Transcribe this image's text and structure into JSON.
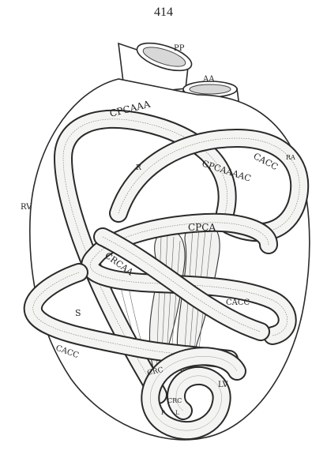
{
  "page_number": "414",
  "labels": {
    "pp": "PP",
    "aa": "AA",
    "ra": "RA",
    "rv": "RV",
    "lv": "LV",
    "s": "S",
    "r": "R",
    "band_cpcaaa": "CPCAAA",
    "band_cacc_top": "CACC",
    "band_cpcaaaac": "CPCAAAAC",
    "band_cpca": "CPCA",
    "band_crcaa": "CRCAA",
    "band_cacc_mid": "CACC",
    "band_cacc_low": "CACC",
    "band_crc": "CRC",
    "band_crc_small": "CRC",
    "apex_p": "P",
    "apex_l": "L"
  }
}
